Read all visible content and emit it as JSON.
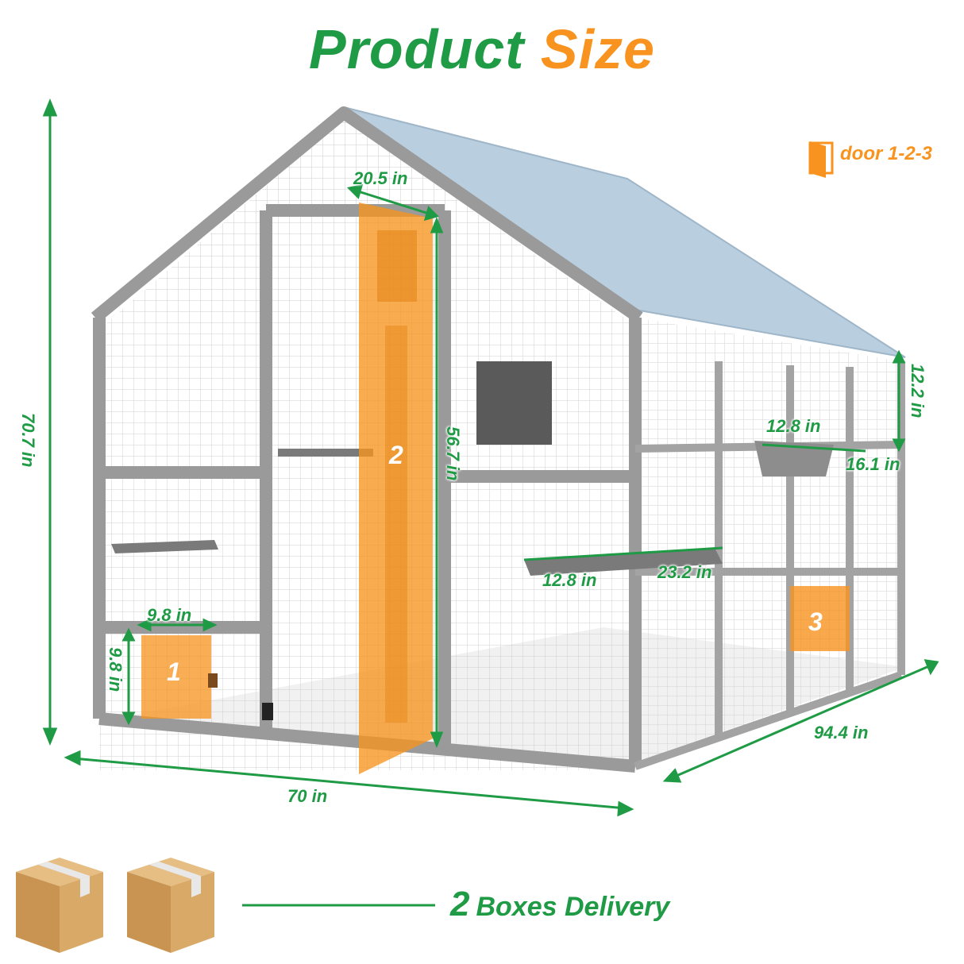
{
  "colors": {
    "green": "#1f9a45",
    "orange": "#f7931e",
    "frame": "#9a9a9a",
    "roof": "#b9cfe0",
    "box": "#d9a968"
  },
  "title": {
    "word1": "Product",
    "word2": "Size"
  },
  "legend": {
    "label": "door 1-2-3",
    "icon": "door-icon"
  },
  "dimensions": {
    "height_total": "70.7 in",
    "width_front": "70 in",
    "depth_side": "94.4 in",
    "door2_width": "20.5 in",
    "door2_height": "56.7 in",
    "door1_width": "9.8 in",
    "door1_height": "9.8 in",
    "shelf_side_height": "12.2 in",
    "shelf_top_width": "12.8 in",
    "shelf_top_depth": "16.1 in",
    "platform_width": "12.8 in",
    "platform_depth": "23.2 in"
  },
  "doors": {
    "d1": "1",
    "d2": "2",
    "d3": "3"
  },
  "delivery": {
    "count": "2",
    "label": "Boxes Delivery",
    "icon": "box-icon"
  }
}
